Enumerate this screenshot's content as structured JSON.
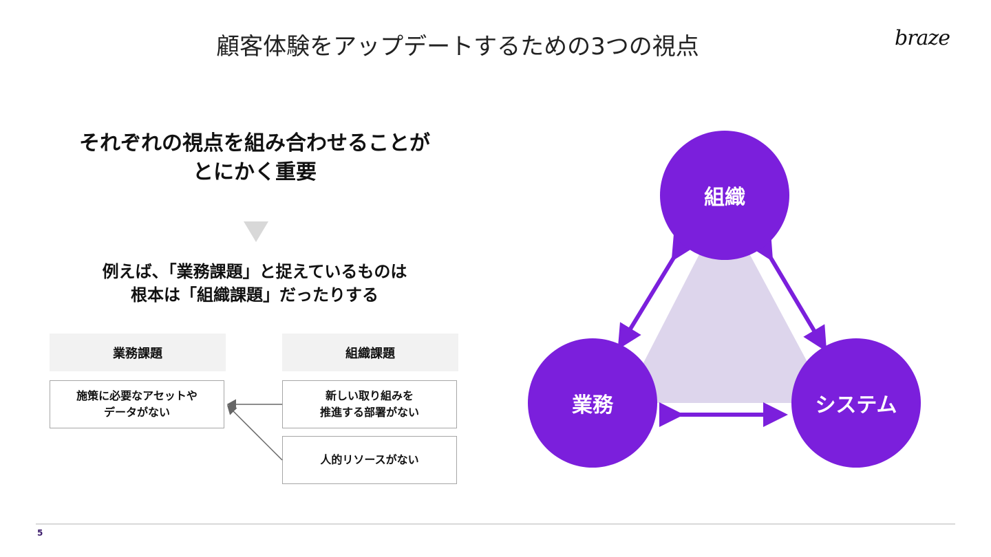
{
  "slide": {
    "title": "顧客体験をアップデートするための3つの視点",
    "logo_text": "braze",
    "page_number": "5"
  },
  "left": {
    "headline_line1": "それぞれの視点を組み合わせることが",
    "headline_line2": "とにかく重要",
    "sub_line1": "例えば、「業務課題」と捉えているものは",
    "sub_line2": "根本は「組織課題」だったりする",
    "columns": [
      {
        "header": "業務課題",
        "items": [
          "施策に必要なアセットや\nデータがない"
        ]
      },
      {
        "header": "組織課題",
        "items": [
          "新しい取り組みを\n推進する部署がない",
          "人的リソースがない"
        ]
      }
    ]
  },
  "diagram": {
    "nodes": {
      "top": "組織",
      "left": "業務",
      "right": "システム"
    },
    "colors": {
      "circle": "#7b1fdc",
      "triangle": "#ddd5ec",
      "arrow": "#7b1fdc"
    }
  }
}
